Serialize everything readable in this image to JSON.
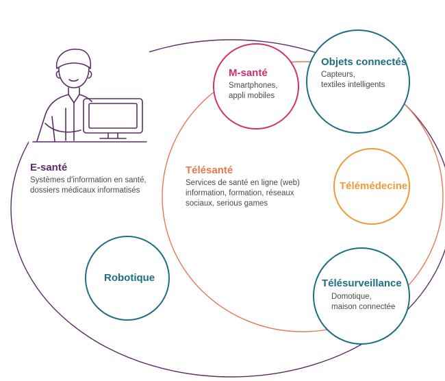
{
  "colors": {
    "outer": "#5b2a67",
    "telesante": "#e8774f",
    "msante": "#d1306d",
    "teal": "#1b6f80",
    "telemedecine": "#ee9a3a",
    "figure": "#5b2a67"
  },
  "esante": {
    "title": "E-santé",
    "desc": "Systèmes d'information en santé,\ndossiers médicaux informatisés"
  },
  "telesante": {
    "title": "Télésanté",
    "desc": "Services de santé en ligne (web)\ninformation, formation, réseaux\nsociaux, serious games"
  },
  "msante": {
    "title": "M-santé",
    "desc": "Smartphones,\nappli mobiles"
  },
  "objets": {
    "title": "Objets connectés",
    "desc": "Capteurs,\ntextiles intelligents"
  },
  "telemedecine": {
    "title": "Télémédecine"
  },
  "telesurveillance": {
    "title": "Télésurveillance",
    "desc": "Domotique,\nmaison connectée"
  },
  "robotique": {
    "title": "Robotique"
  },
  "icons": {
    "person": "person-at-computer-icon"
  }
}
